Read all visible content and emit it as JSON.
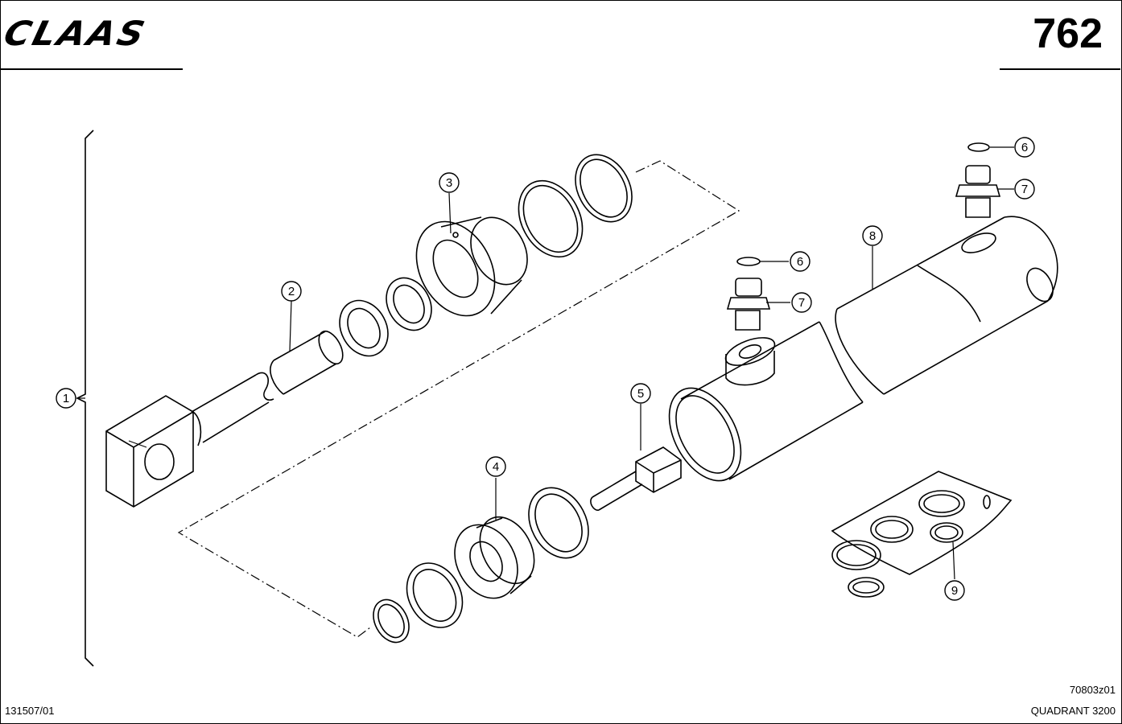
{
  "header": {
    "brand": "CLAAS",
    "page_number": "762"
  },
  "callouts": [
    "1",
    "2",
    "3",
    "4",
    "5",
    "6",
    "6",
    "7",
    "7",
    "8",
    "9"
  ],
  "footer": {
    "left_code": "131507/01",
    "drawing_code": "70803z01",
    "model": "QUADRANT 3200"
  }
}
